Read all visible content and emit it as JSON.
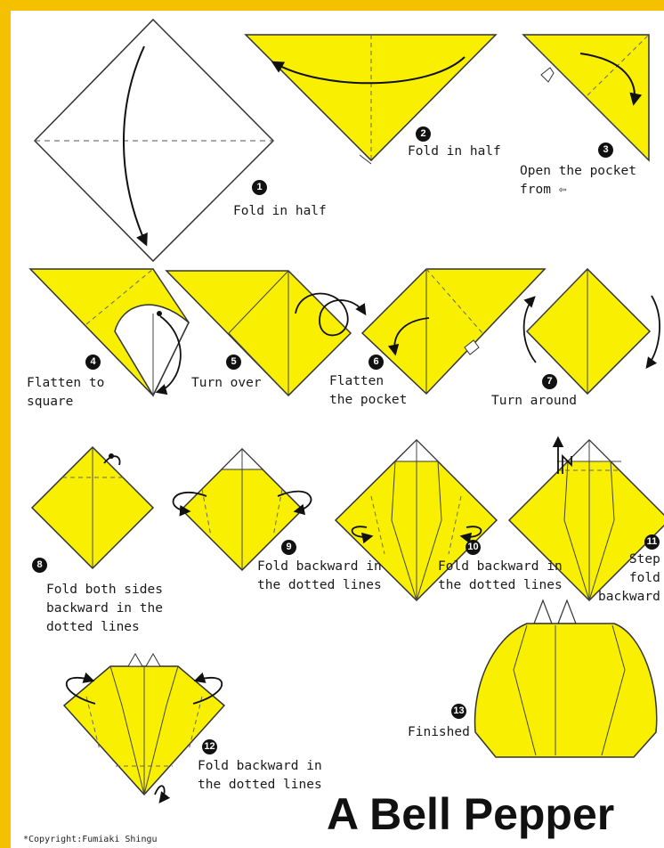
{
  "title": "A Bell Pepper",
  "copyright": "*Copyright:Fumiaki Shingu",
  "colors": {
    "paper": "#ffffff",
    "frame": "#f5c000",
    "fold_yellow": "#f8f000",
    "outline": "#222222"
  },
  "steps": [
    {
      "number": "1",
      "text": "Fold in half"
    },
    {
      "number": "2",
      "text": "Fold in half"
    },
    {
      "number": "3",
      "text": "Open the pocket\nfrom ⇦"
    },
    {
      "number": "4",
      "text": "Flatten to\nsquare"
    },
    {
      "number": "5",
      "text": "Turn over"
    },
    {
      "number": "6",
      "text": "Flatten\nthe pocket"
    },
    {
      "number": "7",
      "text": "Turn around"
    },
    {
      "number": "8",
      "text": "Fold both sides\nbackward in the\ndotted lines"
    },
    {
      "number": "9",
      "text": "Fold backward in\nthe dotted lines"
    },
    {
      "number": "10",
      "text": "Fold backward in\nthe dotted lines"
    },
    {
      "number": "11",
      "text": "Step\nfold\nbackward"
    },
    {
      "number": "12",
      "text": "Fold backward in\nthe dotted lines"
    },
    {
      "number": "13",
      "text": "Finished"
    }
  ]
}
